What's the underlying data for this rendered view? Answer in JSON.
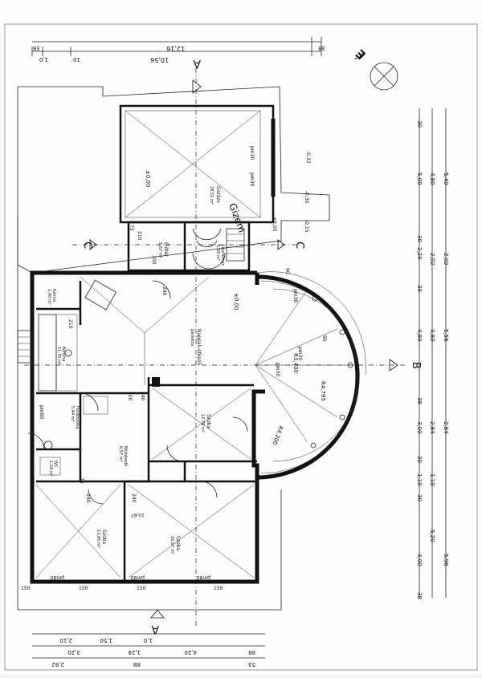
{
  "rooms": {
    "garage": {
      "name": "Garázs",
      "area": "28,51 m²",
      "level": "±0,00"
    },
    "foyer": {
      "name": "Előtér",
      "area": "5,67 m²"
    },
    "stairs": {
      "name": "Lépcsőház",
      "area": "5,58 m²"
    },
    "living": {
      "name": "Nappali-étkező",
      "area": "parketta"
    },
    "pantry": {
      "name": "Kamra",
      "area": "2,40 m²"
    },
    "kitchen": {
      "name": "Konyha",
      "area": "11,70 m²"
    },
    "bathroom": {
      "name": "Fürdőszoba",
      "area": "5,44 m²"
    },
    "wc": {
      "name": "WC",
      "area": "1,28 m²"
    },
    "hall": {
      "name": "Közlekedő",
      "area": "6,57 m²"
    },
    "room1": {
      "name": "Szoba",
      "area": "12,76 m²"
    },
    "room2": {
      "name": "Szoba",
      "area": "13,85 m²"
    },
    "room3": {
      "name": "Szoba",
      "area": "16,67 m²"
    }
  },
  "levels": {
    "living": "±0,00",
    "entry1": "-0,32",
    "entry2": "-0,30",
    "entry3": "-0,15",
    "entry4": "±0,00"
  },
  "radius": {
    "r1": "R4,795",
    "r2": "R3,400",
    "r3": "R4,200"
  },
  "sections": {
    "a": "A",
    "b": "B",
    "c": "C",
    "e": "É"
  },
  "openings": [
    "pm90",
    "pm90",
    "pm90",
    "pm90",
    "pm30",
    "pm30",
    "pm30",
    "pm30",
    "pm30",
    "90",
    "90",
    "210",
    "210",
    "150",
    "150",
    "150",
    "150",
    "240",
    "240",
    "240",
    "240",
    "100",
    "100",
    "75",
    "75",
    "210",
    "210"
  ],
  "dims_top": {
    "overall": "12,16",
    "part1": "10,56",
    "left": "38",
    "right": "38",
    "small": "10",
    "small2": "1,0"
  },
  "dims_right": {
    "outer": [
      "30",
      "5,00",
      "30",
      "2,20",
      "30",
      "4,80",
      "38",
      "3,00",
      "30",
      "1,10",
      "30",
      "4,00",
      "38"
    ],
    "mid": [
      "4,80",
      "2,02",
      "4,80",
      "2,84",
      "1,10",
      "5,20"
    ],
    "total": [
      "5,40",
      "2,02",
      "5,56",
      "2,84",
      "5,96"
    ]
  },
  "dims_bottom": {
    "row1": [
      "2,10",
      "1,50",
      "1,0"
    ],
    "row2": [
      "3,20",
      "1,28",
      "4,20",
      "88"
    ],
    "row3": [
      "2,92",
      "88",
      "53"
    ]
  },
  "annotations": {
    "floor": "±0,00",
    "hall_dim": "10,67",
    "signature": "Gizem"
  }
}
